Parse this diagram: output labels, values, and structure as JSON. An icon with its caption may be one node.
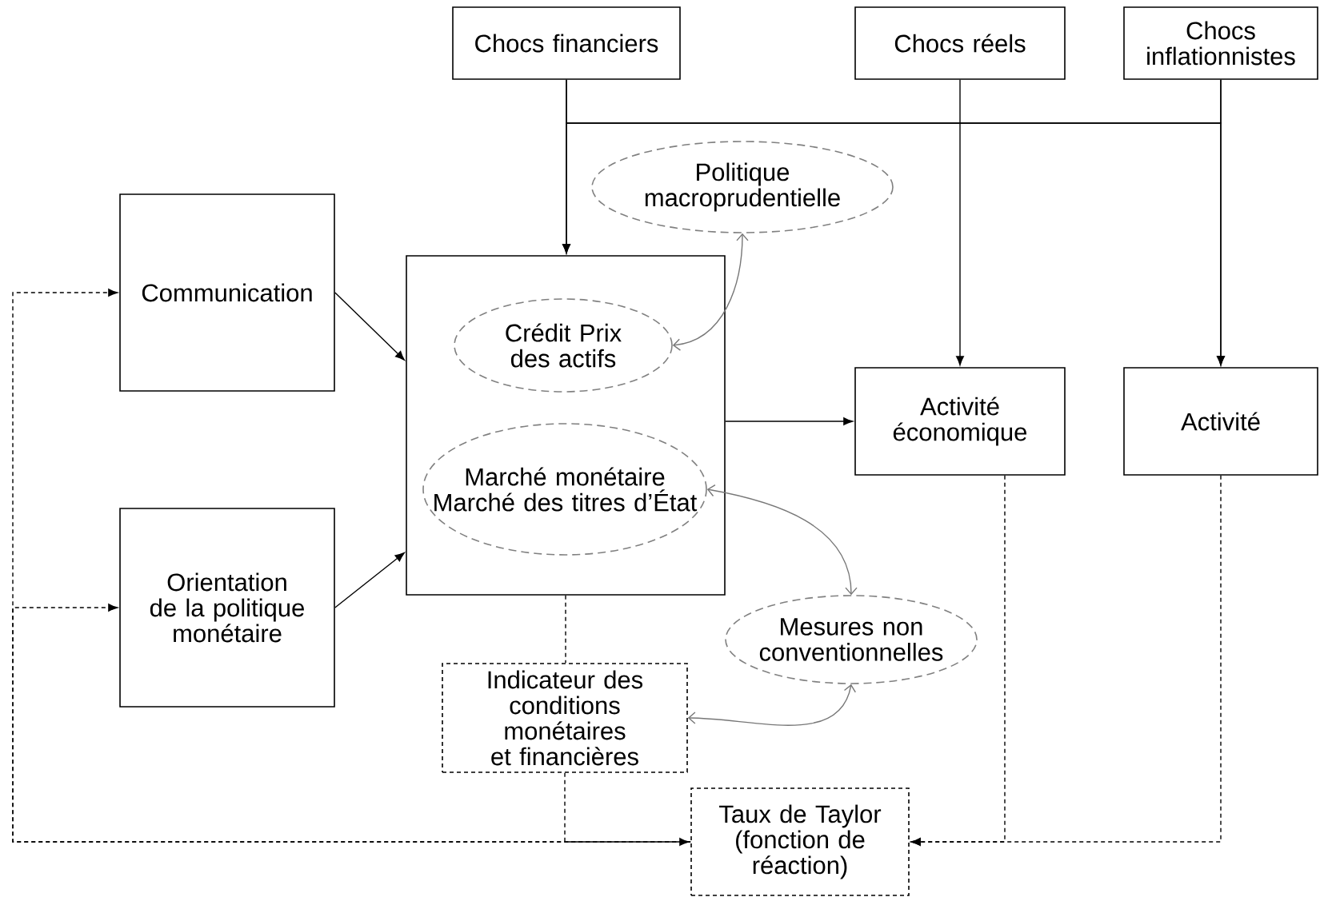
{
  "diagram": {
    "nodes": [
      {
        "text": [
          "Chocs financiers"
        ]
      },
      {
        "text": [
          "Chocs réels"
        ]
      },
      {
        "text": [
          "Chocs inflationnistes"
        ]
      },
      {
        "text": [
          "Politique macroprudentielle"
        ]
      },
      {
        "text": [
          "Communication"
        ]
      },
      {
        "text": [],
        "shape": "box"
      },
      {
        "text": [
          "Crédit Prix des actifs"
        ],
        "in": 5
      },
      {
        "text": [
          "Marché monétaire Marché des titres d’État"
        ],
        "in": 5
      },
      {
        "text": [
          "Activité économique"
        ]
      },
      {
        "text": [
          "Activité"
        ]
      },
      {
        "text": [
          "Orientation de la politique monétaire"
        ]
      },
      {
        "text": [
          "Mesures non conventionnelles"
        ]
      },
      {
        "text": [
          "Indicateur des conditions monétaires et financières"
        ]
      },
      {
        "text": [
          "Taux de Taylor (fonction de réaction)"
        ]
      }
    ],
    "edges": [
      {
        "from": 0,
        "to": 5,
        "arrow": "to"
      },
      {
        "from": 2,
        "to": 5,
        "arrow": "to"
      },
      {
        "from": 0,
        "to": 9,
        "arrow": "to"
      },
      {
        "from": 2,
        "to": 9,
        "arrow": "to"
      },
      {
        "from": 1,
        "to": 8,
        "arrow": "to"
      },
      {
        "from": 4,
        "to": 5,
        "arrow": "to"
      },
      {
        "from": 10,
        "to": 5,
        "arrow": "to"
      },
      {
        "from": 5,
        "to": 8,
        "arrow": "to"
      },
      {
        "from": 3,
        "to": 6,
        "arrow": "both",
        "color": "#777777"
      },
      {
        "from": 7,
        "to": 11,
        "arrow": "both",
        "color": "#777777"
      },
      {
        "from": 11,
        "to": 12,
        "arrow": "both",
        "color": "#777777"
      },
      {
        "from": 5,
        "to": 12,
        "arrow": "none",
        "style": "dashed"
      },
      {
        "from": 12,
        "to": 13,
        "arrow": "to",
        "style": "dashed"
      },
      {
        "from": 8,
        "to": 13,
        "arrow": "to",
        "style": "dashed"
      },
      {
        "from": 9,
        "to": 13,
        "arrow": "to",
        "style": "dashed"
      },
      {
        "from": 13,
        "to": 4,
        "arrow": "to",
        "style": "dashed"
      },
      {
        "from": 13,
        "to": 10,
        "arrow": "to",
        "style": "dashed"
      }
    ]
  }
}
